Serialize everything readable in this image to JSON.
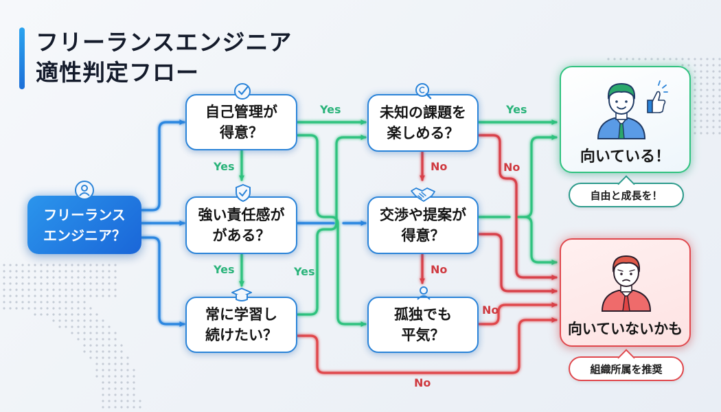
{
  "title": {
    "line1": "フリーランスエンジニア",
    "line2": "適性判定フロー"
  },
  "colors": {
    "primary_blue": "#2a83d8",
    "yes_green": "#2ec27e",
    "no_red": "#e0474c",
    "title_text": "#141b2b"
  },
  "start_node": {
    "label": "フリーランス\nエンジニア？",
    "icon": "user-icon"
  },
  "questions": [
    {
      "id": "q1",
      "label": "自己管理が\n得意？",
      "icon": "check-circle-icon"
    },
    {
      "id": "q2",
      "label": "強い責任感が\nがある？",
      "icon": "shield-check-icon"
    },
    {
      "id": "q3",
      "label": "常に学習し\n続けたい？",
      "icon": "graduation-cap-icon"
    },
    {
      "id": "q4",
      "label": "未知の課題を\n楽しめる？",
      "icon": "magnifier-icon"
    },
    {
      "id": "q5",
      "label": "交渉や提案が\n得意？",
      "icon": "handshake-icon"
    },
    {
      "id": "q6",
      "label": "孤独でも\n平気？",
      "icon": "person-icon"
    }
  ],
  "results": {
    "good": {
      "label": "向いている！",
      "note": "自由と成長を！",
      "icon": "thumbs-up-person-icon"
    },
    "bad": {
      "label": "向いていないかも",
      "note": "組織所属を推奨",
      "icon": "worried-person-icon"
    }
  },
  "edge_labels": {
    "q1_to_q4": "Yes",
    "q1_to_q2": "Yes",
    "q2_to_q3": "Yes",
    "q3_to_q4": "Yes",
    "q4_to_good": "Yes",
    "q4_to_q5": "No",
    "q4_to_bad": "No",
    "q5_to_q6": "No",
    "q6_to_bad": "No",
    "q3_to_bad": "No"
  }
}
